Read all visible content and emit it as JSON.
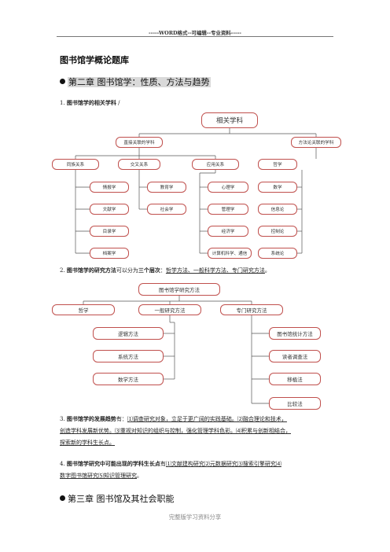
{
  "header": "-----WORD格式--可编辑--专业资料-----",
  "doc_title": "图书馆学概论题库",
  "chapter2": "第二章  图书馆学：性质、方法与趋势",
  "q1": {
    "num": "1.",
    "label": "图书馆学的相关学科",
    "tail": "/"
  },
  "d1": {
    "root": "相关学科",
    "direct": "直接关联的学科",
    "method": "方法论关联的学科",
    "cat_same": "同族关系",
    "cat_cross": "交叉关系",
    "cat_apply": "应用关系",
    "philosophy": "哲学",
    "same": [
      "情报学",
      "文献学",
      "目录学",
      "档案学"
    ],
    "cross": [
      "教育学",
      "社会学"
    ],
    "apply": [
      "心理学",
      "管理学",
      "经济学",
      "计算机科学、通信"
    ],
    "method_items": [
      "数学",
      "信息论",
      "控制论",
      "系统论"
    ]
  },
  "q2": {
    "num": "2.",
    "label": "图书馆学的研究方法",
    "mid": "可以分为",
    "bold2": "三个层次",
    "colon": "：",
    "rest": "哲学方法、一般科学方法、专门研究方法",
    "end": "。"
  },
  "d2": {
    "root": "图书馆学研究方法",
    "philosophy": "哲学",
    "general": "一般研究方法",
    "special": "专门研究方法",
    "general_items": [
      "逻辑方法",
      "系统方法",
      "数学方法"
    ],
    "special_items": [
      "图书馆统计方法",
      "读者调查法",
      "移植法",
      "比较法"
    ]
  },
  "q3": {
    "num": "3.",
    "label": "图书馆学的发展趋势",
    "lead": "有：",
    "line1": "⑴调查研究对象，立足于更广阔的实践基础。⑵融合理论和技术，",
    "line2": "创造学科发展新优势。⑶重视对知识的组织与控制，强化管理学科色彩。⑷积累与创新相结合，",
    "line3": "探索新的学科生长点。"
  },
  "q4": {
    "num": "4.",
    "label": "图书馆学研究中可能出现的学科生长点",
    "lead": "有",
    "line1": "⑴文献建构研究⑵元数据研究⑶搜索引擎研究⑷",
    "line2": "数字图书馆研究⑸知识管理研究",
    "end": "。"
  },
  "chapter3": "第三章  图书馆及其社会职能",
  "footer": "完整版学习资料分享"
}
